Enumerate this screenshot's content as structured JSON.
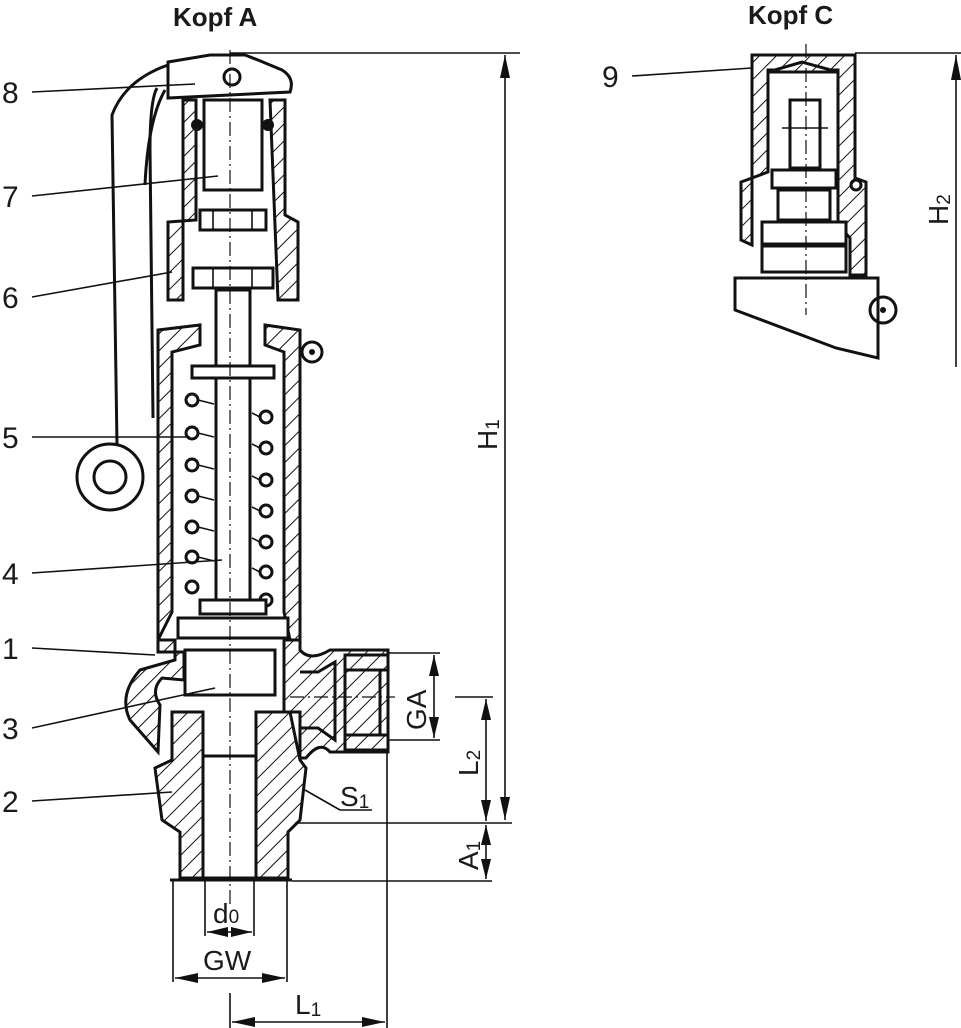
{
  "titles": {
    "head_a": "Kopf A",
    "head_c": "Kopf C"
  },
  "part_labels": [
    {
      "id": "8",
      "text": "8"
    },
    {
      "id": "7",
      "text": "7"
    },
    {
      "id": "6",
      "text": "6"
    },
    {
      "id": "5",
      "text": "5"
    },
    {
      "id": "4",
      "text": "4"
    },
    {
      "id": "1",
      "text": "1"
    },
    {
      "id": "3",
      "text": "3"
    },
    {
      "id": "2",
      "text": "2"
    },
    {
      "id": "9",
      "text": "9"
    }
  ],
  "dimensions": {
    "H1": {
      "main": "H",
      "sub": "1"
    },
    "H2": {
      "main": "H",
      "sub": "2"
    },
    "GA": {
      "main": "GA",
      "sub": ""
    },
    "L2": {
      "main": "L",
      "sub": "2"
    },
    "A1": {
      "main": "A",
      "sub": "1"
    },
    "S1": {
      "main": "S",
      "sub": "1"
    },
    "d0": {
      "main": "d",
      "sub": "0"
    },
    "GW": {
      "main": "GW",
      "sub": ""
    },
    "L1": {
      "main": "L",
      "sub": "1"
    }
  },
  "colors": {
    "ink": "#111111",
    "paper": "#ffffff"
  }
}
